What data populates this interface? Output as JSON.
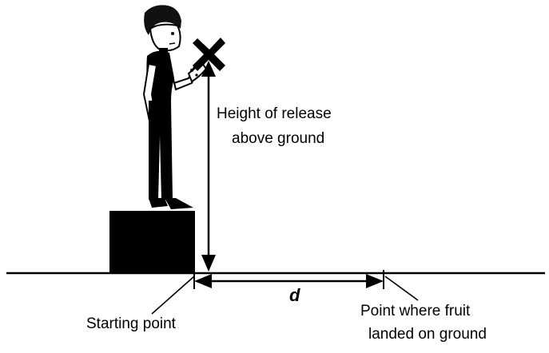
{
  "labels": {
    "height_line1": "Height of release",
    "height_line2": "above ground",
    "distance": "d",
    "start": "Starting point",
    "landing_line1": "Point where fruit",
    "landing_line2": "landed on ground"
  },
  "colors": {
    "ink": "#000000",
    "background": "#ffffff"
  },
  "icons": {
    "release_marker": "x-cross-icon",
    "person": "standing-boy-figure"
  }
}
